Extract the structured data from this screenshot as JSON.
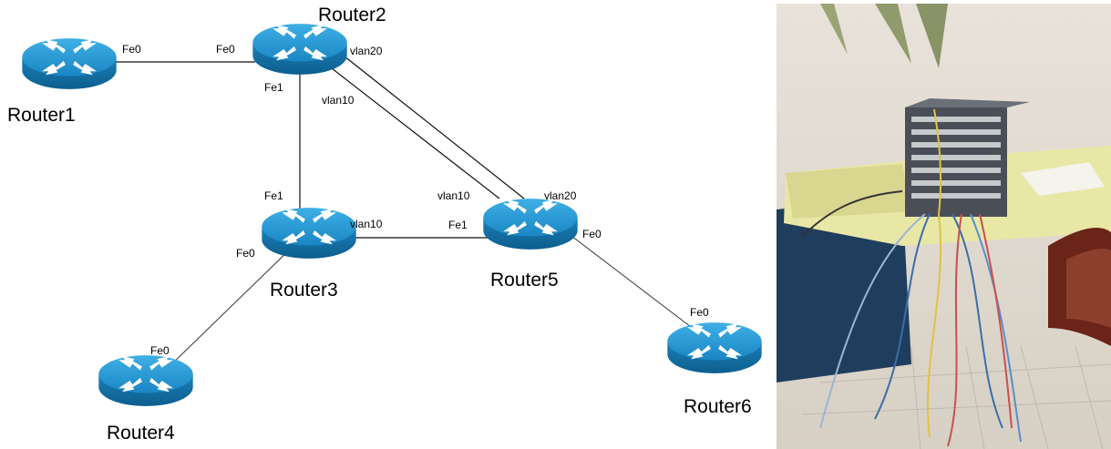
{
  "routers": [
    {
      "id": "r1",
      "name": "Router1"
    },
    {
      "id": "r2",
      "name": "Router2"
    },
    {
      "id": "r3",
      "name": "Router3"
    },
    {
      "id": "r4",
      "name": "Router4"
    },
    {
      "id": "r5",
      "name": "Router5"
    },
    {
      "id": "r6",
      "name": "Router6"
    }
  ],
  "links": [
    {
      "from": "Router1",
      "to": "Router2",
      "from_if": "Fe0",
      "to_if": "Fe0"
    },
    {
      "from": "Router2",
      "to": "Router3",
      "from_if": "Fe1",
      "to_if": "Fe1"
    },
    {
      "from": "Router2",
      "to": "Router5",
      "from_if": "vlan10",
      "to_if": "vlan10"
    },
    {
      "from": "Router2",
      "to": "Router5",
      "from_if": "vlan20",
      "to_if": "vlan20"
    },
    {
      "from": "Router3",
      "to": "Router5",
      "from_if": "vlan10",
      "to_if": "Fe1"
    },
    {
      "from": "Router3",
      "to": "Router4",
      "from_if": "Fe0",
      "to_if": "Fe0"
    },
    {
      "from": "Router5",
      "to": "Router6",
      "from_if": "Fe0",
      "to_if": "Fe0"
    }
  ],
  "photo": {
    "description_icon": "lab-equipment-photo"
  }
}
